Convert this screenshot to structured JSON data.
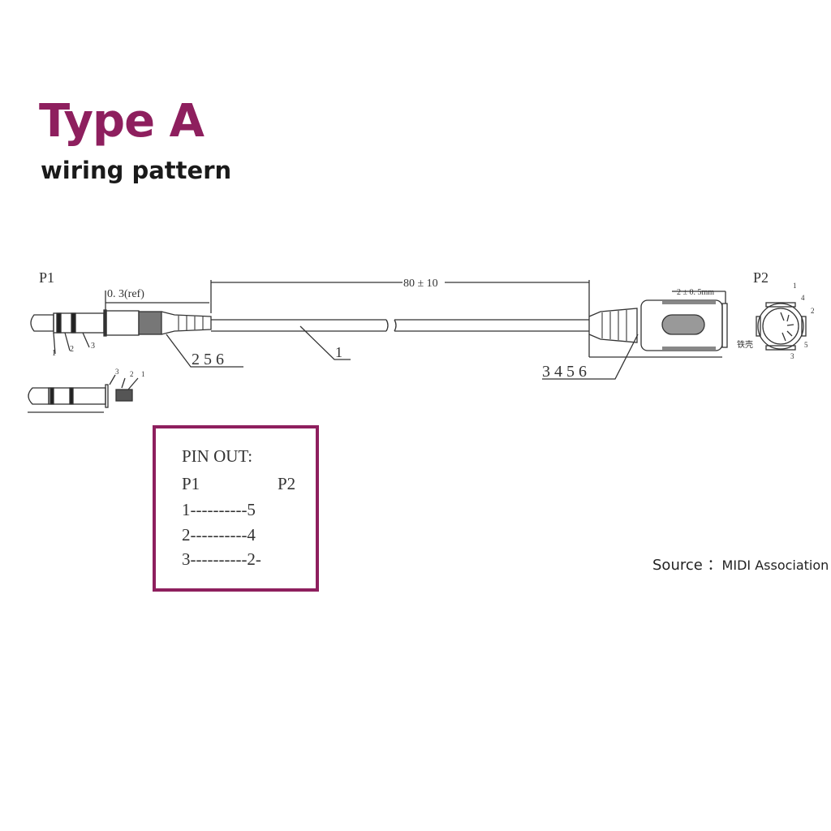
{
  "header": {
    "title": "Type A",
    "subtitle": "wiring pattern"
  },
  "diagram": {
    "p1_label": "P1",
    "p2_label": "P2",
    "ref_dim": "0. 3(ref)",
    "length_dim": "80 ± 10",
    "shell_dim": "2 ± 0. 5mm",
    "p1_callout": "2  5  6",
    "cable_callout": "1",
    "p2_callout": "3  4  5  6",
    "plug_pins": [
      "1",
      "2",
      "3"
    ],
    "plug_detail_pins": [
      "3",
      "2",
      "1"
    ],
    "din_pins": [
      "1",
      "4",
      "2",
      "5",
      "3"
    ],
    "din_shell_label": "铁壳",
    "accent_color": "#8e1f5e"
  },
  "pinout": {
    "title": "PIN OUT:",
    "col_p1": "P1",
    "col_p2": "P2",
    "rows": [
      "1----------5",
      "2----------4",
      "3----------2-"
    ]
  },
  "source": {
    "label": "Source ：",
    "org": "MIDI Association"
  }
}
